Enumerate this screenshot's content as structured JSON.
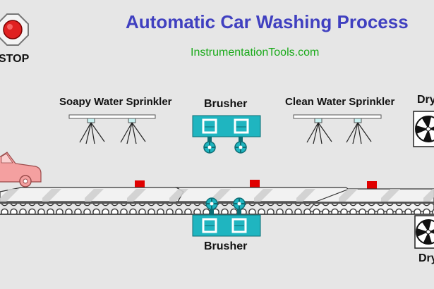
{
  "title": "Automatic Car Washing Process",
  "subtitle": "InstrumentationTools.com",
  "stop_button": {
    "label": "STOP"
  },
  "stations": {
    "soapy_sprinkler": "Soapy Water Sprinkler",
    "brusher_top": "Brusher",
    "clean_sprinkler": "Clean Water Sprinkler",
    "dryer_top": "Dry",
    "brusher_bottom": "Brusher",
    "dryer_bottom": "Dry"
  },
  "colors": {
    "title": "#4040c0",
    "subtitle": "#1aaa1a",
    "machine": "#1fb5c0",
    "sensor": "#e00000",
    "car": "#f4a0a0",
    "stop": "#e02020"
  },
  "icons": [
    "stop-icon",
    "sprinkler-icon",
    "brusher-icon",
    "dryer-fan-icon",
    "car-icon",
    "sensor-icon",
    "conveyor-roller-icon"
  ]
}
